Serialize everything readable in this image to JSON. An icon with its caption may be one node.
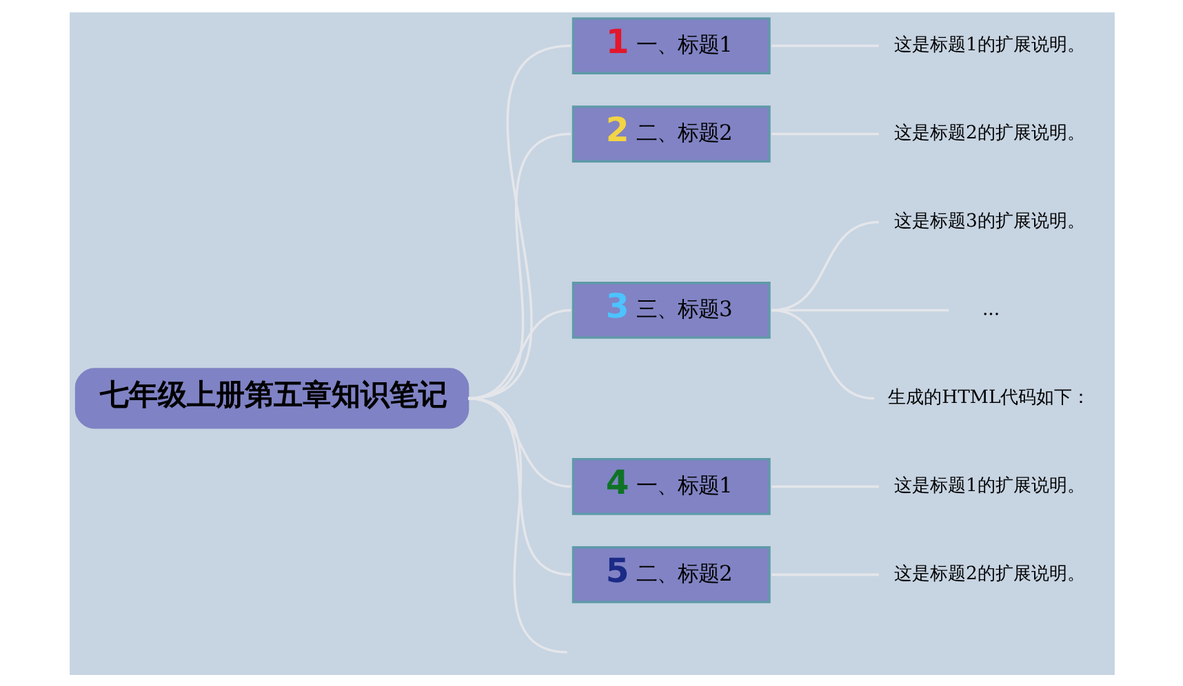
{
  "diagram": {
    "nodes": [
      {
        "text": [
          "七年级上册第五章知识笔记"
        ]
      },
      {
        "text": [
          "1",
          "一、标题1"
        ]
      },
      {
        "text": [
          "这是标题1的扩展说明。"
        ]
      },
      {
        "text": [
          "2",
          "二、标题2"
        ]
      },
      {
        "text": [
          "这是标题2的扩展说明。"
        ]
      },
      {
        "text": [
          "3",
          "三、标题3"
        ]
      },
      {
        "text": [
          "这是标题3的扩展说明。"
        ]
      },
      {
        "text": [
          "..."
        ]
      },
      {
        "text": [
          "生成的HTML代码如下："
        ]
      },
      {
        "text": [
          "4",
          "一、标题1"
        ]
      },
      {
        "text": [
          "这是标题1的扩展说明。"
        ]
      },
      {
        "text": [
          "5",
          "二、标题2"
        ]
      },
      {
        "text": [
          "这是标题2的扩展说明。"
        ]
      }
    ],
    "edges": [
      {
        "from": 0,
        "to": 1,
        "arrow": "none"
      },
      {
        "from": 1,
        "to": 2,
        "arrow": "none"
      },
      {
        "from": 0,
        "to": 3,
        "arrow": "none"
      },
      {
        "from": 3,
        "to": 4,
        "arrow": "none"
      },
      {
        "from": 0,
        "to": 5,
        "arrow": "none"
      },
      {
        "from": 5,
        "to": 6,
        "arrow": "none"
      },
      {
        "from": 5,
        "to": 7,
        "arrow": "none"
      },
      {
        "from": 5,
        "to": 8,
        "arrow": "none"
      },
      {
        "from": 0,
        "to": 9,
        "arrow": "none"
      },
      {
        "from": 9,
        "to": 10,
        "arrow": "none"
      },
      {
        "from": 0,
        "to": 11,
        "arrow": "none"
      },
      {
        "from": 11,
        "to": 12,
        "arrow": "none"
      },
      {
        "from": 0,
        "to": null,
        "arrow": "none"
      }
    ]
  }
}
